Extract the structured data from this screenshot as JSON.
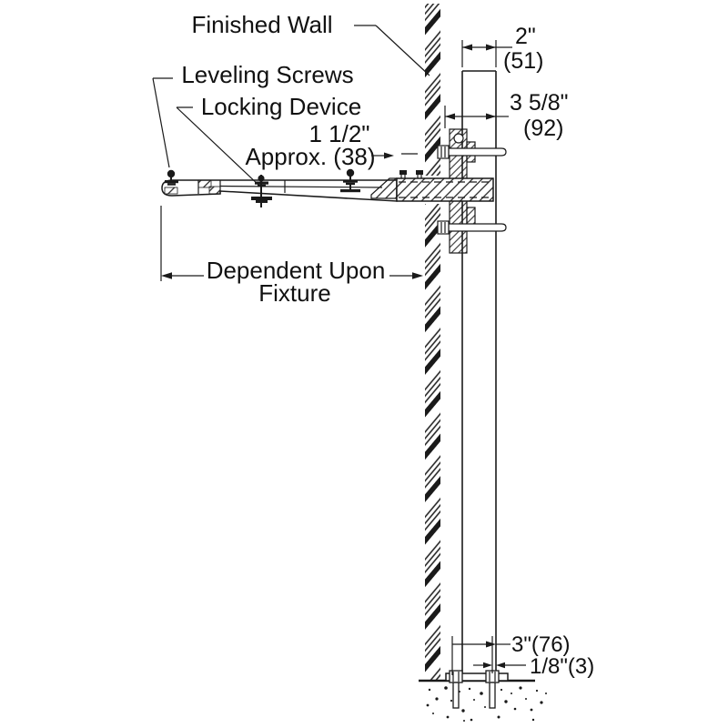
{
  "diagram": {
    "type": "technical-installation-detail",
    "labels": {
      "finished_wall": "Finished Wall",
      "leveling_screws": "Leveling Screws",
      "locking_device": "Locking Device",
      "approx_line1": "1 1/2\"",
      "approx_line2": "Approx. (38)",
      "dependent_line1": "Dependent Upon",
      "dependent_line2": "Fixture"
    },
    "dimensions": {
      "post_width_in": "2\"",
      "post_width_mm": "(51)",
      "stud_depth_in": "3 5/8\"",
      "stud_depth_mm": "(92)",
      "anchor_offset": "3\"(76)",
      "edge_gap": "1/8\"(3)"
    },
    "colors": {
      "ink": "#1a1a1a",
      "background": "#ffffff"
    }
  }
}
